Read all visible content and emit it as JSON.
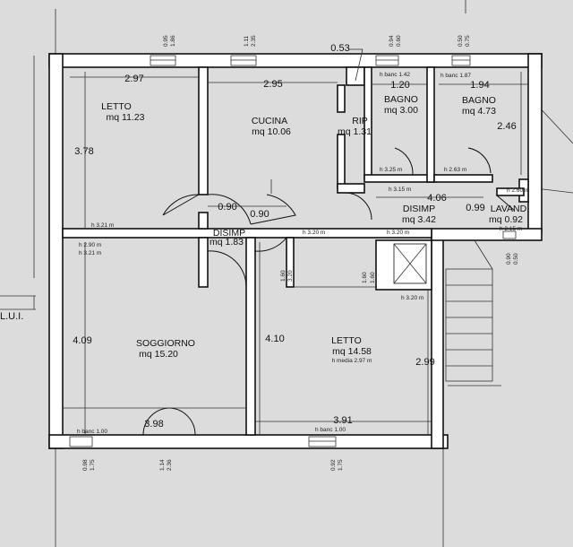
{
  "background": "#dcdcdc",
  "wall_color": "#ffffff",
  "line_color": "#111111",
  "rooms": {
    "letto1": {
      "name": "LETTO",
      "area": "mq 11.23"
    },
    "cucina": {
      "name": "CUCINA",
      "area": "mq 10.06"
    },
    "rip": {
      "name": "RIP",
      "area": "mq 1.31"
    },
    "bagno1": {
      "name": "BAGNO",
      "area": "mq 3.00"
    },
    "bagno2": {
      "name": "BAGNO",
      "area": "mq 4.73"
    },
    "disimp1": {
      "name": "DISIMP",
      "area": "mq 1.83"
    },
    "disimp2": {
      "name": "DISIMP",
      "area": "mq 3.42"
    },
    "lavand": {
      "name": "LAVAND",
      "area": "mq 0.92"
    },
    "soggiorno": {
      "name": "SOGGIORNO",
      "area": "mq 15.20"
    },
    "letto2": {
      "name": "LETTO",
      "area": "mq 14.58",
      "note": "h media 2.97 m"
    }
  },
  "dimensions": {
    "d297": "2.97",
    "d295": "2.95",
    "d053": "0.53",
    "d120": "1.20",
    "d194": "1.94",
    "d378": "3.78",
    "d246": "2.46",
    "d090a": "0.90",
    "d090b": "0.90",
    "d406": "4.06",
    "d099": "0.99",
    "d409": "4.09",
    "d410": "4.10",
    "d299": "2.99",
    "d398": "3.98",
    "d391": "3.91"
  },
  "small_labels": {
    "h321a": "h 3.21 m",
    "h290": "h 2.90 m",
    "h321b": "h 3.21 m",
    "h320a": "h 3.20 m",
    "h320b": "h 3.20 m",
    "h320c": "h 3.20 m",
    "h325": "h 3.25 m",
    "h315": "h 3.15 m",
    "h263": "h 2.63 m",
    "h260": "h 2.60 m",
    "h215": "h 2.15 m",
    "hbanc142": "h banc 1.42",
    "hbanc187": "h banc 1.87",
    "hbanc100a": "h banc 1.00",
    "hbanc100b": "h banc 1.00",
    "side": "L.U.I."
  },
  "window_labels": {
    "w1a": "0.95",
    "w1b": "1.86",
    "w2a": "1.11",
    "w2b": "2.35",
    "w3a": "0.94",
    "w3b": "0.60",
    "w4a": "0.50",
    "w4b": "0.75",
    "w5a": "0.90",
    "w5b": "0.50",
    "w6a": "0.98",
    "w6b": "1.75",
    "w7a": "1.14",
    "w7b": "2.36",
    "w8a": "0.92",
    "w8b": "1.75",
    "v1a": "1.60",
    "v1b": "1.60",
    "v2a": "1.60",
    "v2b": "3.20"
  }
}
